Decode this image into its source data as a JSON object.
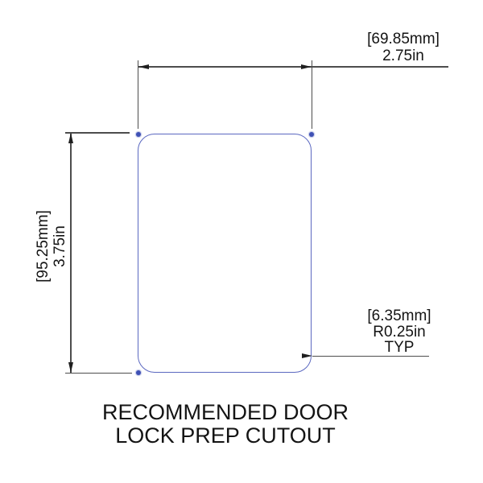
{
  "colors": {
    "cutout_stroke": "#5b68c0",
    "corner_marker": "#3f51b5",
    "dim_line": "#4d4d4d",
    "arrow": "#1f1f1f",
    "text": "#141414"
  },
  "dimensions": {
    "width": {
      "metric": "[69.85mm]",
      "imperial": "2.75in"
    },
    "height": {
      "metric": "[95.25mm]",
      "imperial": "3.75in"
    },
    "radius": {
      "metric": "[6.35mm]",
      "imperial": "R0.25in",
      "qualifier": "TYP"
    }
  },
  "title": {
    "line1": "RECOMMENDED DOOR",
    "line2": "LOCK PREP CUTOUT"
  }
}
